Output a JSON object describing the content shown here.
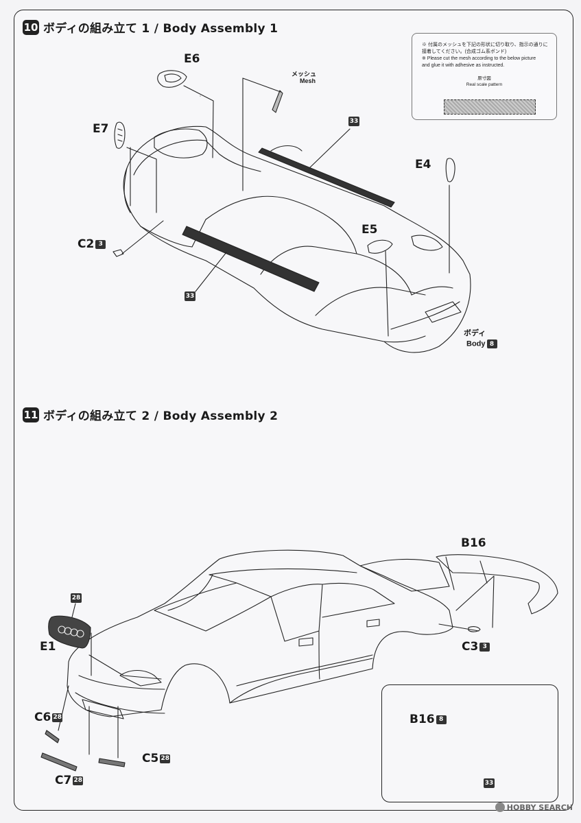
{
  "step10": {
    "number": "10",
    "title": "ボディの組み立て 1 / Body Assembly 1",
    "note": {
      "jp_line1": "※ 付属のメッシュを下記の形状に切り取り、指示の通りに",
      "jp_line2": "接着してください。(合成ゴム系ボンド)",
      "en_line1": "※ Please cut the mesh according to the below picture",
      "en_line2": "and glue it with adhesive as instructed.",
      "scale_jp": "原寸図",
      "scale_en": "Real scale pattern"
    },
    "mesh_jp": "メッシュ",
    "mesh_en": "Mesh",
    "labels": {
      "E6": "E6",
      "E7": "E7",
      "E4": "E4",
      "E5": "E5",
      "C2": "C2",
      "C2_badge": "3",
      "part33_top": "33",
      "part33_side": "33",
      "body_jp": "ボディ",
      "body_en": "Body",
      "body_badge": "8"
    }
  },
  "step11": {
    "number": "11",
    "title": "ボディの組み立て 2 / Body Assembly 2",
    "labels": {
      "B16": "B16",
      "E1": "E1",
      "E1_badge": "28",
      "C3": "C3",
      "C3_badge": "3",
      "C6": "C6",
      "C6_badge": "28",
      "C5": "C5",
      "C5_badge": "28",
      "C7": "C7",
      "C7_badge": "28",
      "inset_B16": "B16",
      "inset_B16_badge": "8",
      "inset_33": "33"
    }
  },
  "watermark": "HOBBY SEARCH"
}
